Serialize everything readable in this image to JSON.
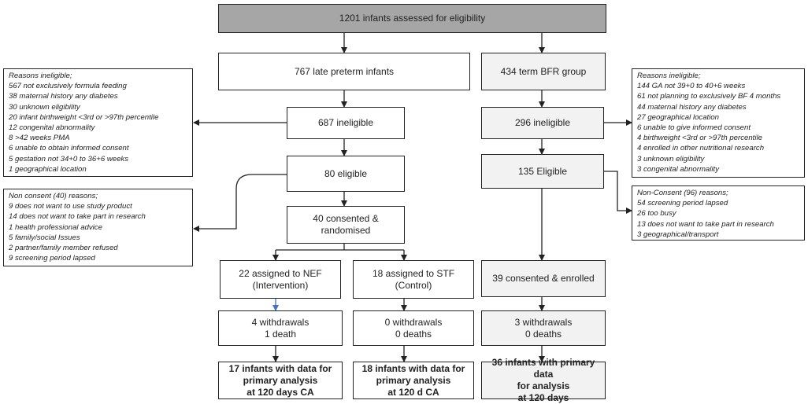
{
  "assessed": "1201 infants assessed for eligibility",
  "late_preterm": "767 late preterm infants",
  "term_bfr": "434 term BFR group",
  "lp_ineligible": "687 ineligible",
  "lp_eligible": "80 eligible",
  "lp_randomised": "40 consented & randomised",
  "term_ineligible": "296 ineligible",
  "term_eligible": "135 Eligible",
  "term_enrolled": "39 consented & enrolled",
  "nef": {
    "line1": "22 assigned to NEF",
    "line2": "(Intervention)"
  },
  "stf": {
    "line1": "18 assigned to STF",
    "line2": "(Control)"
  },
  "nef_withdrawals": {
    "line1": "4 withdrawals",
    "line2": "1 death"
  },
  "stf_withdrawals": {
    "line1": "0 withdrawals",
    "line2": "0 deaths"
  },
  "term_withdrawals": {
    "line1": "3 withdrawals",
    "line2": "0 deaths"
  },
  "nef_final": {
    "line1": "17 infants with data for",
    "line2": "primary analysis",
    "line3": "at 120 days CA"
  },
  "stf_final": {
    "line1": "18 infants with data for",
    "line2": "primary analysis",
    "line3": "at 120 d CA"
  },
  "term_final": {
    "line1": "36 infants with primary data",
    "line2": "for analysis",
    "line3": "at 120 days"
  },
  "lp_ineligible_reasons": {
    "title": "Reasons ineligible;",
    "items": [
      "567 not exclusively formula feeding",
      "38 maternal history any diabetes",
      "30 unknown eligibility",
      "20 infant birthweight <3rd or >97th percentile",
      "12 congenital abnormality",
      "8 >42 weeks PMA",
      "6 unable to obtain informed consent",
      "5 gestation not 34+0 to 36+6 weeks",
      "1 geographical location"
    ]
  },
  "lp_nonconsent_reasons": {
    "title": "Non consent (40) reasons;",
    "items": [
      "9 does not want to use study product",
      "14 does not want to take part in research",
      "1 health professional advice",
      "5 family/social Issues",
      "2 partner/family member refused",
      "9 screening period lapsed"
    ]
  },
  "term_ineligible_reasons": {
    "title": "Reasons ineligible;",
    "items": [
      "144 GA not 39+0 to 40+6 weeks",
      "61 not planning to exclusively BF 4 months",
      "44 maternal history any diabetes",
      "27 geographical location",
      "6 unable to give informed consent",
      "4 birthweight <3rd or >97th percentile",
      "4 enrolled in other nutritional research",
      "3 unknown eligibility",
      "3 congenital abnormality"
    ]
  },
  "term_nonconsent_reasons": {
    "title": "Non-Consent (96) reasons;",
    "items": [
      "54 screening period lapsed",
      "26 too busy",
      "13 does not want to take part in research",
      "3 geographical/transport"
    ]
  }
}
